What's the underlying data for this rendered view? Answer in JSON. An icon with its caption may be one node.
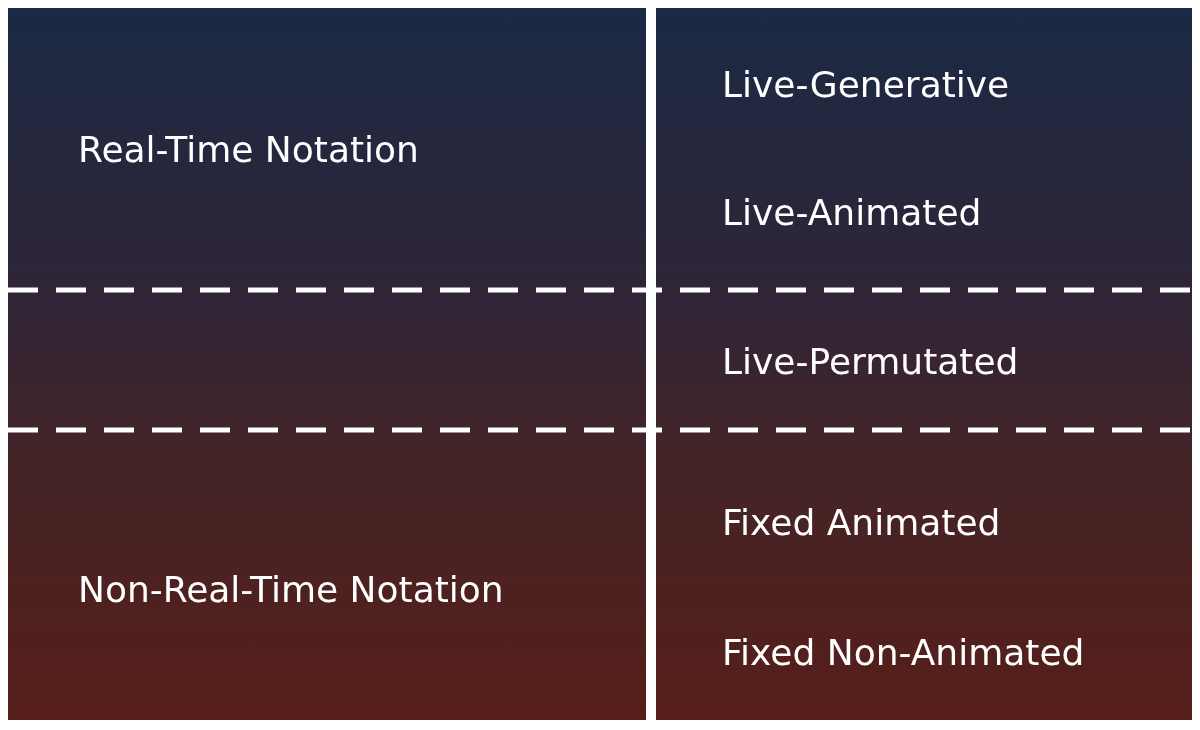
{
  "diagram": {
    "nodes": [
      {
        "text": [
          "Real-Time Notation",
          "Non-Real-Time Notation"
        ]
      },
      {
        "text": [
          "Live-Generative",
          "Live-Animated",
          "Live-Permutated",
          "Fixed Animated",
          "Fixed Non-Animated"
        ]
      }
    ]
  }
}
